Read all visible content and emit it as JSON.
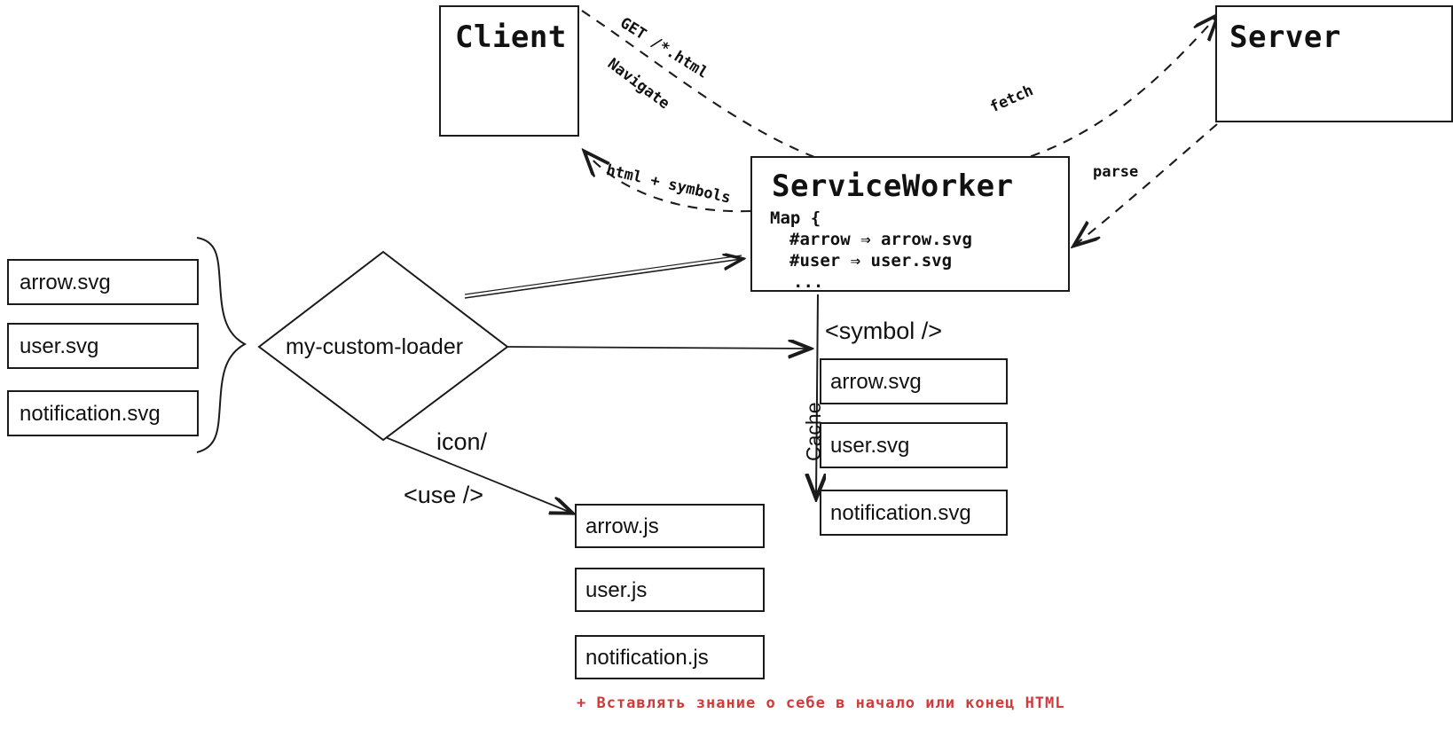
{
  "diagram": {
    "title": "ServiceWorker SVG symbol caching flow",
    "nodes": {
      "client": {
        "label": "Client"
      },
      "server": {
        "label": "Server"
      },
      "service_worker": {
        "label": "ServiceWorker",
        "map_open": "Map {",
        "map_entries": [
          "#arrow ⇒ arrow.svg",
          "#user ⇒ user.svg"
        ],
        "map_ellipsis": "..."
      },
      "loader": {
        "label": "my-custom-loader"
      }
    },
    "source_svgs": [
      {
        "label": "arrow.svg"
      },
      {
        "label": "user.svg"
      },
      {
        "label": "notification.svg"
      }
    ],
    "generated_js": [
      {
        "label": "arrow.js"
      },
      {
        "label": "user.js"
      },
      {
        "label": "notification.js"
      }
    ],
    "cached_symbols": [
      {
        "label": "arrow.svg"
      },
      {
        "label": "user.svg"
      },
      {
        "label": "notification.svg"
      }
    ],
    "edge_labels": {
      "get_html": "GET /*.html",
      "navigate": "Navigate",
      "html_symbols": "html + symbols",
      "fetch": "fetch",
      "parse": "parse",
      "cache": "Cache",
      "symbol_tag": "<symbol />",
      "icon_dir": "icon/",
      "use_tag": "<use />"
    },
    "note": {
      "text": "+ Вставлять знание о себе в начало или конец HTML",
      "color": "#cf3b3b"
    },
    "colors": {
      "stroke": "#1b1b1b",
      "background": "#ffffff",
      "text": "#111111",
      "note": "#cf3b3b"
    }
  }
}
